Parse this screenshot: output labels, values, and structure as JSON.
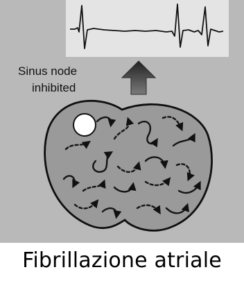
{
  "label": {
    "line1": "Sinus node",
    "line2": "inhibited"
  },
  "caption": "Fibrillazione atriale",
  "icons": {
    "arrow": "up-arrow-icon",
    "sinus_node": "sinus-node-icon"
  },
  "colors": {
    "panel": "#b9b9b9",
    "atria_fill": "#9a9a9a",
    "ink": "#111111",
    "sinus_node": "#ffffff"
  }
}
